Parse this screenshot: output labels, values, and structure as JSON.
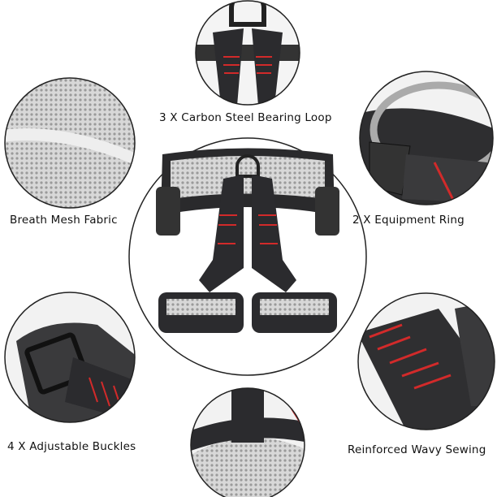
{
  "labels": {
    "top": "3 X Carbon Steel Bearing Loop",
    "left_top": "Breath Mesh Fabric",
    "right_top": "2 X Equipment Ring",
    "left_bottom": "4 X Adjustable Buckles",
    "right_bottom": "Reinforced Wavy Sewing"
  },
  "colors": {
    "strap": "#2b2b2e",
    "stitch": "#d22a2a",
    "mesh": "#c9c9c9",
    "circle_border": "#222222"
  }
}
